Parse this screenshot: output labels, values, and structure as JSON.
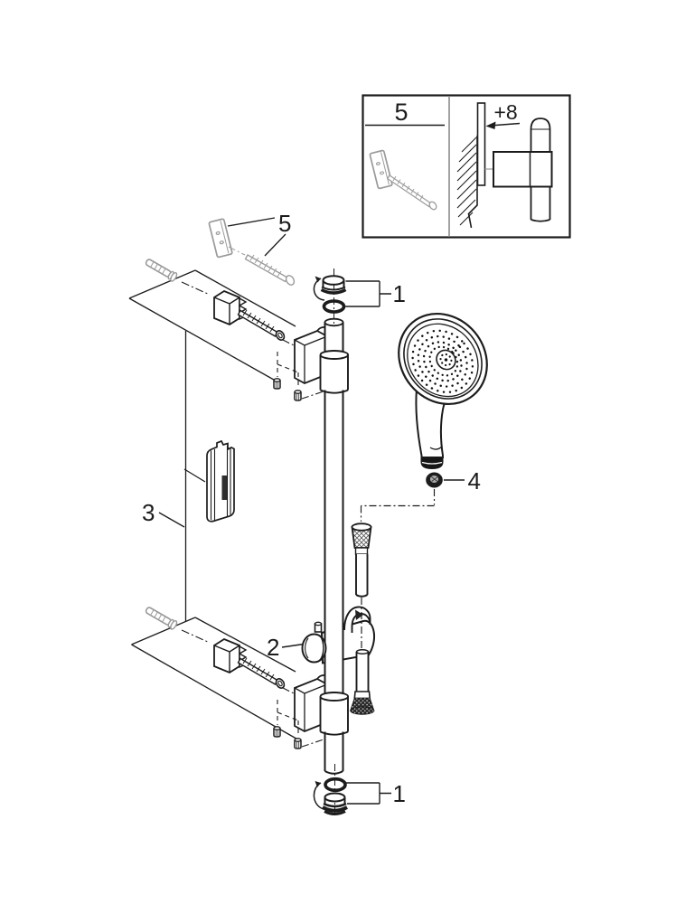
{
  "colors": {
    "line": "#1c1c1c",
    "gray_part": "#9a9a9a",
    "background": "#ffffff",
    "dark_fill": "#222222"
  },
  "callouts": {
    "top_end_cap": "1",
    "bottom_end_cap": "1",
    "glide_element": "2",
    "mounting_set": "3",
    "filter_washer": "4",
    "extension_kit": "5",
    "inset_title": "5",
    "inset_offset_dimension": "+8"
  }
}
